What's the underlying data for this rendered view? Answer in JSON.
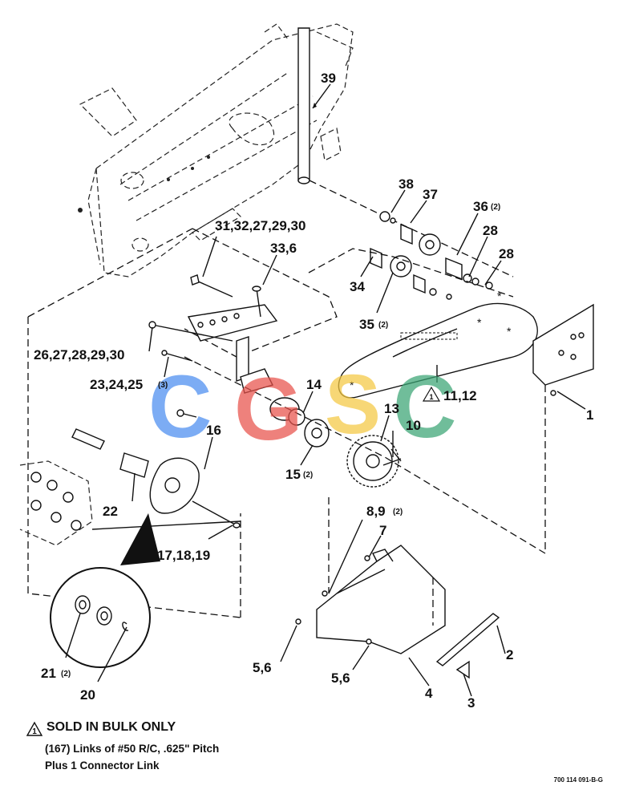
{
  "callouts": {
    "c39": "39",
    "c38": "38",
    "c37": "37",
    "c36": "36",
    "c36q": "(2)",
    "c28a": "28",
    "c28b": "28",
    "c31": "31,32,27,29,30",
    "c33": "33,6",
    "c34": "34",
    "c35": "35",
    "c35q": "(2)",
    "c26": "26,27,28,29,30",
    "c23": "23,24,25",
    "c23q": "(3)",
    "c14": "14",
    "c16": "16",
    "c13": "13",
    "c10": "10",
    "c11": "11,12",
    "c11tri": "1",
    "c1": "1",
    "c15": "15",
    "c15q": "(2)",
    "c22": "22",
    "c17": "17,18,19",
    "c8": "8,9",
    "c8q": "(2)",
    "c7": "7",
    "c2": "2",
    "c3": "3",
    "c4": "4",
    "c56a": "5,6",
    "c56b": "5,6",
    "c21": "21",
    "c21q": "(2)",
    "c20": "20"
  },
  "watermark": {
    "letters": [
      "C",
      "G",
      "S",
      "C"
    ],
    "colors": [
      "#4a8ef0",
      "#e8524a",
      "#f5c842",
      "#3aa574"
    ]
  },
  "note": {
    "triangle_label": "1",
    "title": "SOLD IN BULK ONLY",
    "line1": "(167) Links of #50 R/C, .625\" Pitch",
    "line2": "Plus 1 Connector Link"
  },
  "drawing_number": "700 114 091-B-G"
}
